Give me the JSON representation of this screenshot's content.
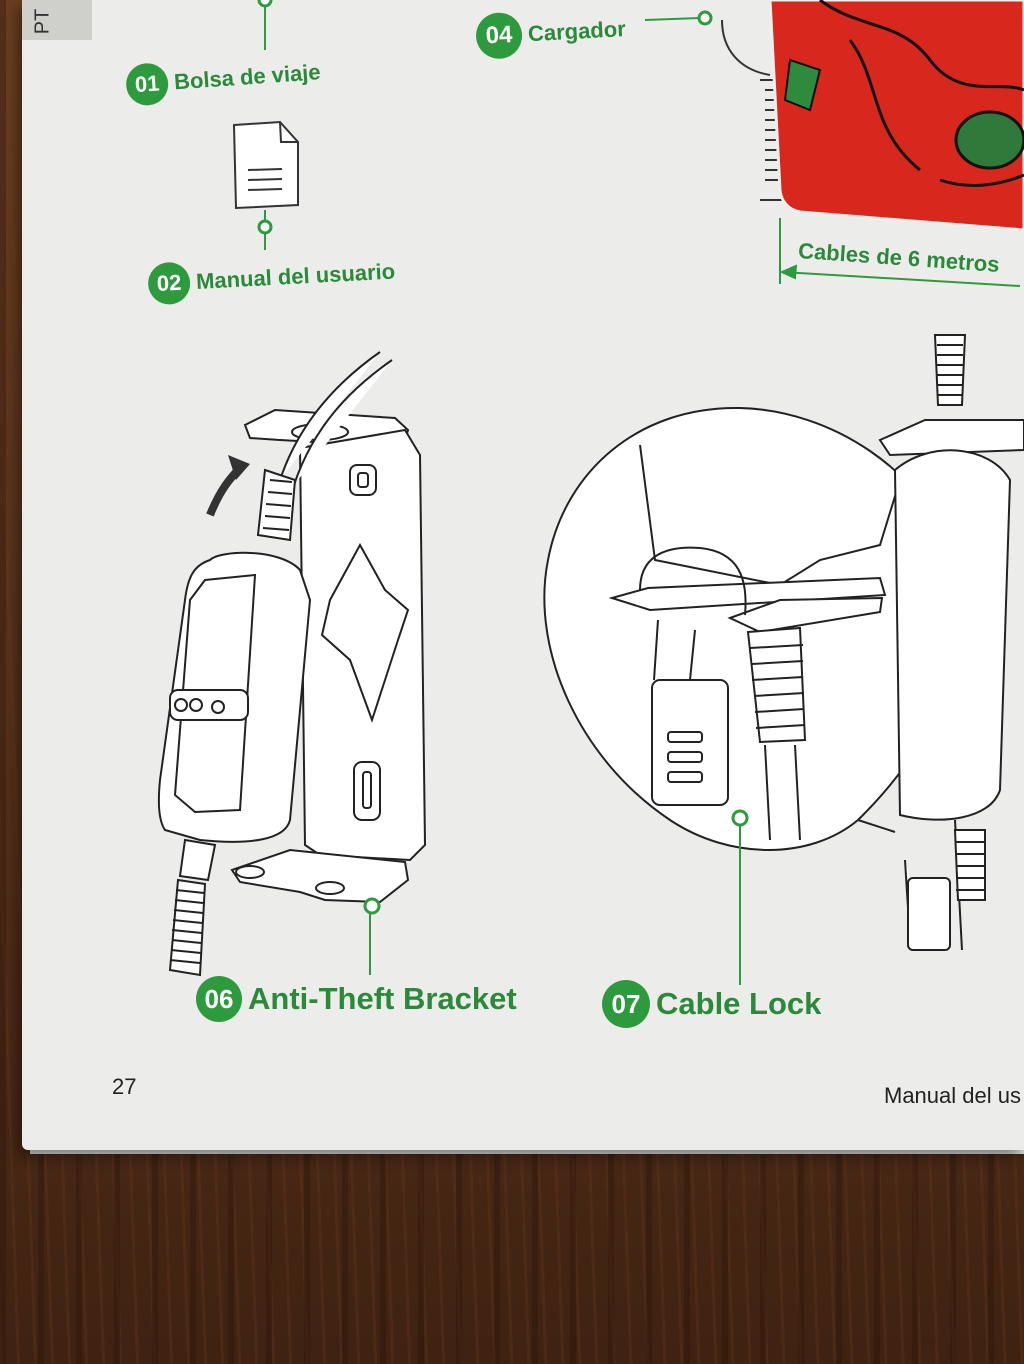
{
  "tab_letters": "PT",
  "items": [
    {
      "number": "01",
      "label": "Bolsa de viaje"
    },
    {
      "number": "02",
      "label": "Manual del usuario"
    },
    {
      "number": "04",
      "label": "Cargador"
    },
    {
      "number": "06",
      "label": "Anti-Theft Bracket"
    },
    {
      "number": "07",
      "label": "Cable Lock"
    }
  ],
  "cable_length_label": "Cables de 6 metros",
  "page_number": "27",
  "footer_text": "Manual del us",
  "colors": {
    "accent_green": "#2e9a3e",
    "paper": "#ecedea",
    "wood": "#5a3420",
    "red_object": "#d8271c"
  }
}
